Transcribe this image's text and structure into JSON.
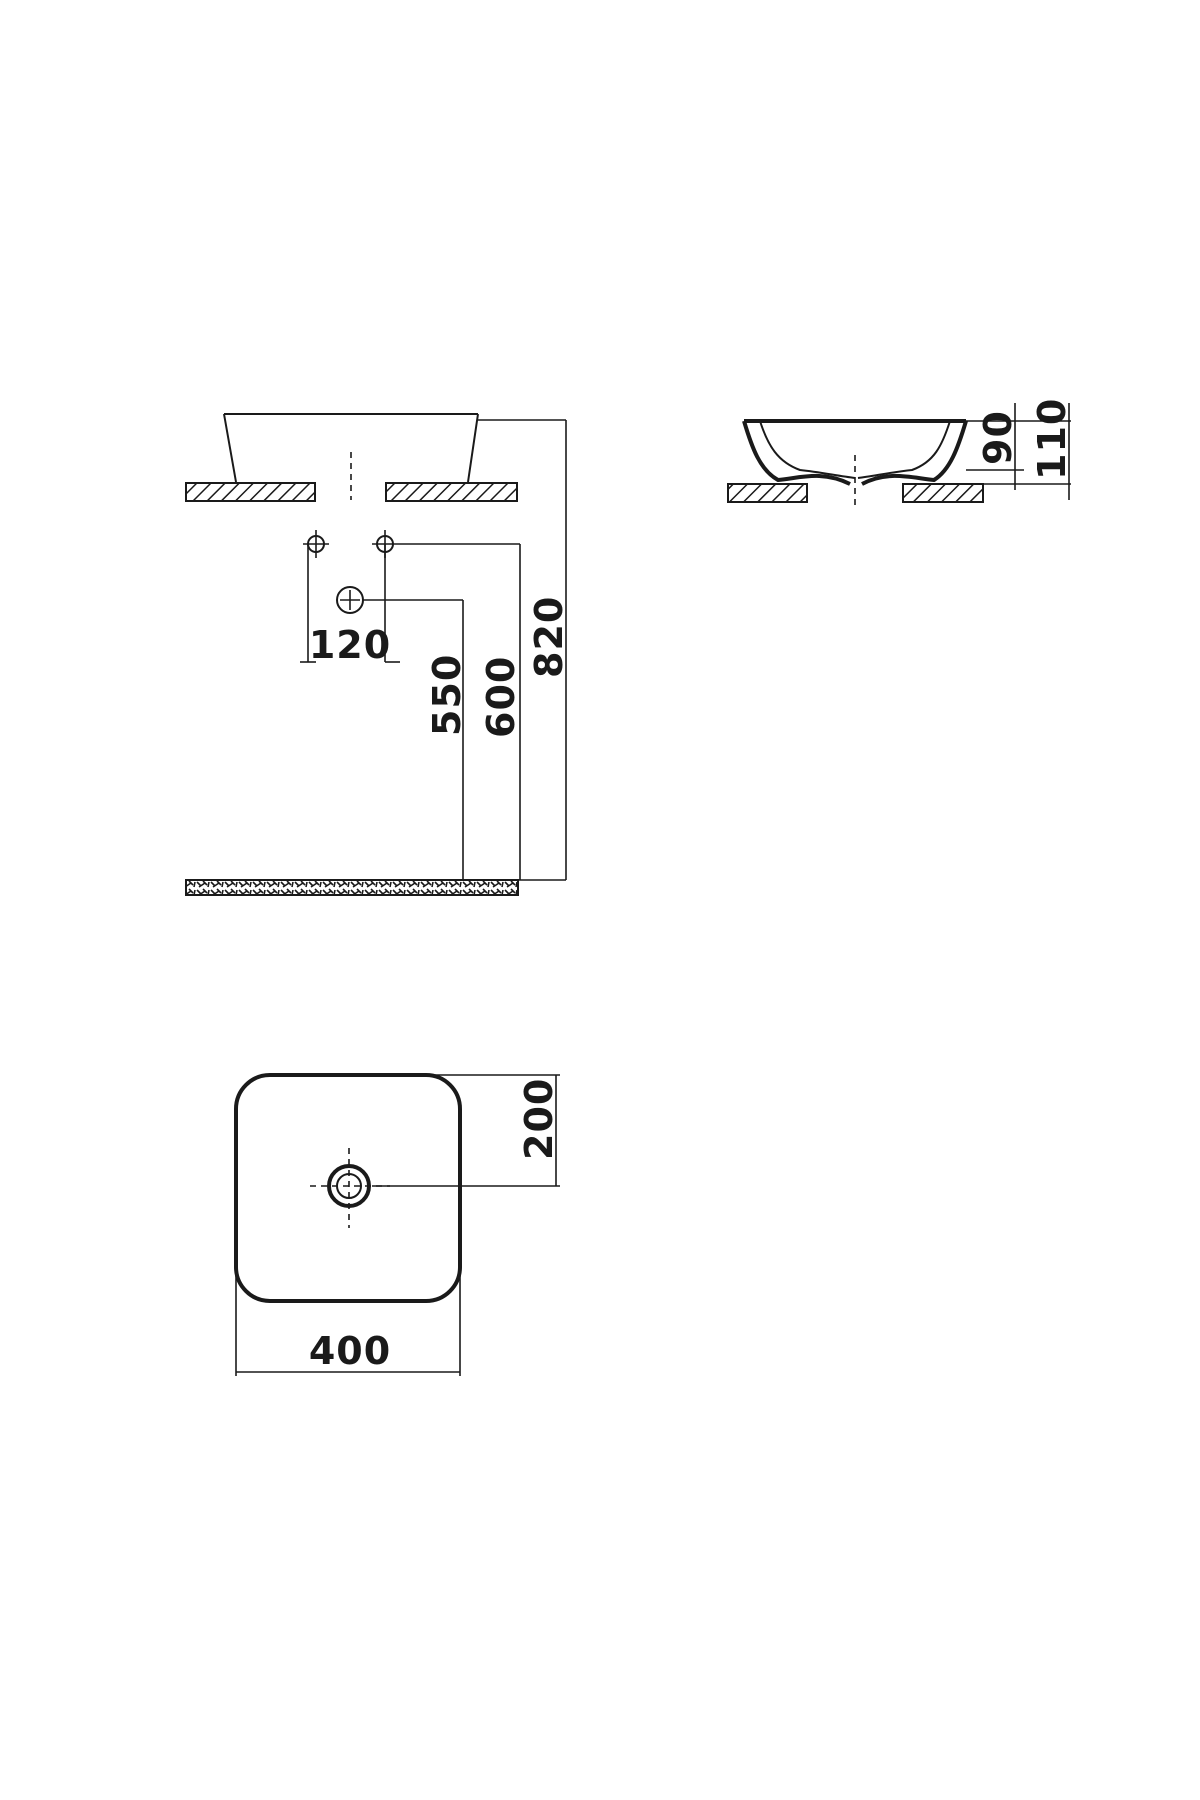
{
  "drawing": {
    "dimensions": {
      "tap_spacing": "120",
      "drain_height": "550",
      "tap_height": "600",
      "rim_height": "820",
      "bowl_depth": "90",
      "total_height": "110",
      "half_width": "200",
      "width": "400"
    }
  }
}
